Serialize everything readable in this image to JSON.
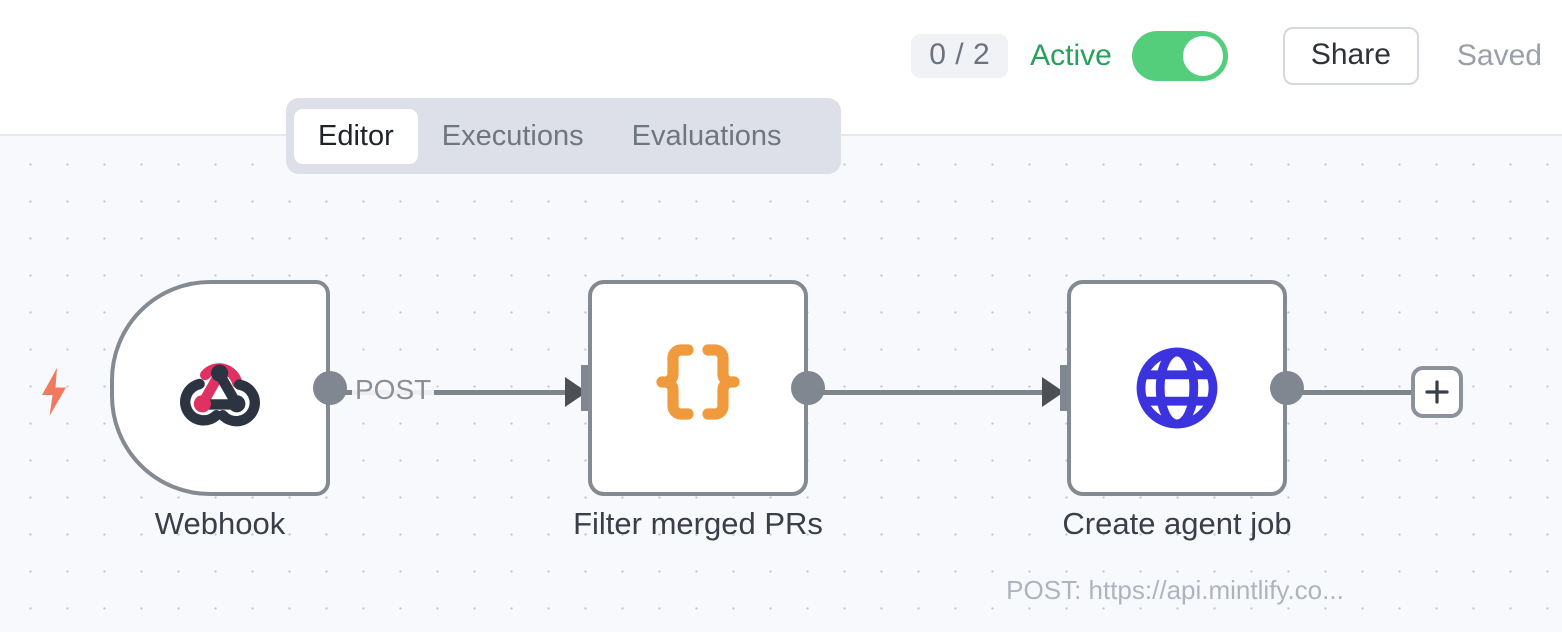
{
  "header": {
    "run_count_badge": "0 / 2",
    "active_label": "Active",
    "toggle_state": "on",
    "share_label": "Share",
    "saved_label": "Saved",
    "active_color": "#27A05A",
    "toggle_color": "#55CE7C"
  },
  "tabs": [
    {
      "label": "Editor",
      "active": true
    },
    {
      "label": "Executions",
      "active": false
    },
    {
      "label": "Evaluations",
      "active": false
    }
  ],
  "canvas": {
    "background": "#F8F9FC",
    "dot_color": "#C7CAD2",
    "nodes": [
      {
        "id": "webhook",
        "label": "Webhook",
        "subtitle": "",
        "icon": "webhook-logo-icon",
        "icon_colors": [
          "#E03262",
          "#2B3440"
        ],
        "type": "trigger"
      },
      {
        "id": "filter-merged-prs",
        "label": "Filter merged PRs",
        "subtitle": "",
        "icon": "curly-braces-icon",
        "icon_colors": [
          "#EF9A3C"
        ],
        "type": "code"
      },
      {
        "id": "create-agent-job",
        "label": "Create agent job",
        "subtitle": "POST: https://api.mintlify.co...",
        "icon": "globe-icon",
        "icon_colors": [
          "#3A33DE"
        ],
        "type": "http-request"
      }
    ],
    "connections": [
      {
        "from": "webhook",
        "to": "filter-merged-prs",
        "label": "POST"
      },
      {
        "from": "filter-merged-prs",
        "to": "create-agent-job",
        "label": ""
      }
    ],
    "trigger_badge": "lightning-bolt-icon",
    "trigger_badge_color": "#F07A5F",
    "add_node_label": "+"
  }
}
